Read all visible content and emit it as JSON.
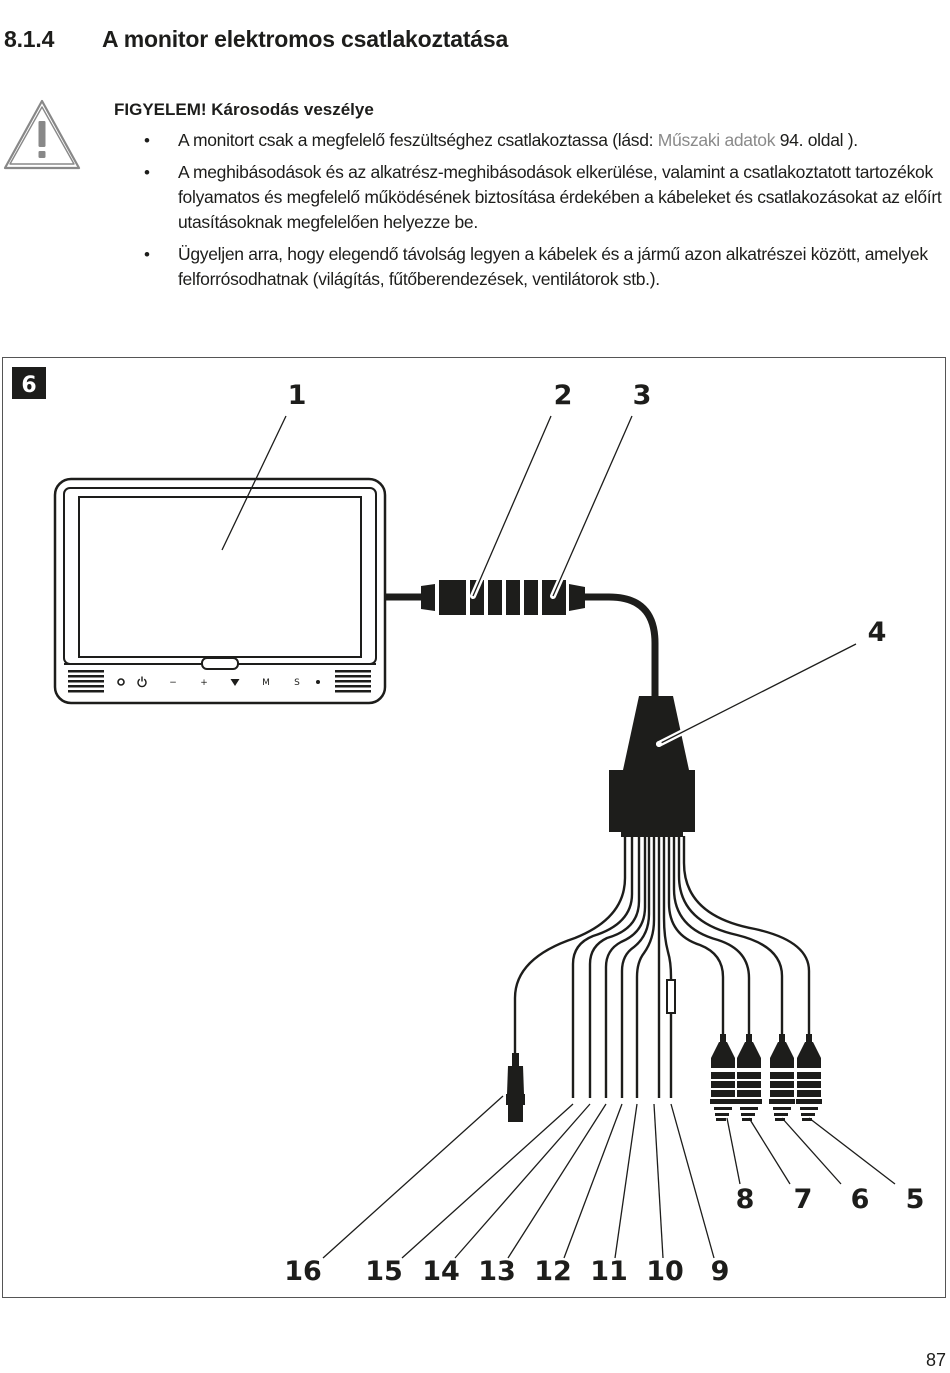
{
  "section": {
    "number": "8.1.4",
    "title": "A monitor elektromos csatlakoztatása"
  },
  "warning": {
    "icon": "warning-triangle-icon",
    "title": "FIGYELEM! Károsodás veszélye",
    "items": [
      {
        "before": "A monitort csak a megfelelő feszültséghez csatlakoztassa (lásd: ",
        "link": "Műszaki adatok",
        "after": " 94. oldal )."
      },
      {
        "before": "A meghibásodások és az alkatrész-meghibásodások elkerülése, valamint a csatlakoztatott tartozékok folyamatos és megfelelő működésének biztosítása érdekében a kábeleket és csatlakozásokat az előírt utasításoknak megfelelően helyezze be.",
        "link": "",
        "after": ""
      },
      {
        "before": "Ügyeljen arra, hogy elegendő távolság legyen a kábelek és a jármű azon alkatrészei között, amelyek felforrósodhatnak (világítás, fűtőberendezések, ventilátorok stb.).",
        "link": "",
        "after": ""
      }
    ]
  },
  "figure": {
    "badge": "6",
    "monitor_buttons": [
      "−",
      "+",
      "M",
      "S"
    ],
    "labels": {
      "l1": "1",
      "l2": "2",
      "l3": "3",
      "l4": "4",
      "l5": "5",
      "l6": "6",
      "l7": "7",
      "l8": "8",
      "l9": "9",
      "l10": "10",
      "l11": "11",
      "l12": "12",
      "l13": "13",
      "l14": "14",
      "l15": "15",
      "l16": "16"
    }
  },
  "page": {
    "number": "87"
  }
}
